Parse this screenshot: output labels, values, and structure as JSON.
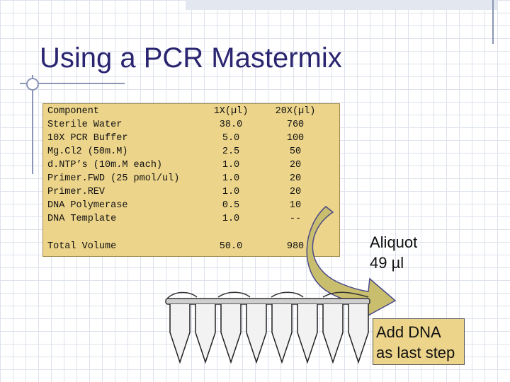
{
  "slide": {
    "title": "Using a PCR Mastermix"
  },
  "table": {
    "header": {
      "component": "Component",
      "x1": "1X(µl)",
      "x20": "20X(µl)"
    },
    "rows": [
      {
        "component": "Sterile Water",
        "x1": "38.0",
        "x20": "760"
      },
      {
        "component": "10X PCR Buffer",
        "x1": "5.0",
        "x20": "100"
      },
      {
        "component": "Mg.Cl2 (50m.M)",
        "x1": "2.5",
        "x20": "50"
      },
      {
        "component": "d.NTP’s (10m.M each)",
        "x1": "1.0",
        "x20": "20"
      },
      {
        "component": "Primer.FWD (25 pmol/ul)",
        "x1": "1.0",
        "x20": "20"
      },
      {
        "component": "Primer.REV",
        "x1": "1.0",
        "x20": "20"
      },
      {
        "component": "DNA Polymerase",
        "x1": "0.5",
        "x20": "10"
      },
      {
        "component": "DNA Template",
        "x1": "1.0",
        "x20": "--"
      }
    ],
    "total": {
      "component": "Total Volume",
      "x1": "50.0",
      "x20": "980"
    }
  },
  "aliquot": {
    "line1": "Aliquot",
    "line2": "49 µl"
  },
  "note": {
    "line1": "Add DNA",
    "line2": "as last step"
  },
  "colors": {
    "title": "#2a2570",
    "box": "#ecd48a",
    "arrow": "#c9bd6e",
    "grid": "#dde2ec"
  },
  "images": {
    "tubes": "pcr-strip-tubes"
  }
}
